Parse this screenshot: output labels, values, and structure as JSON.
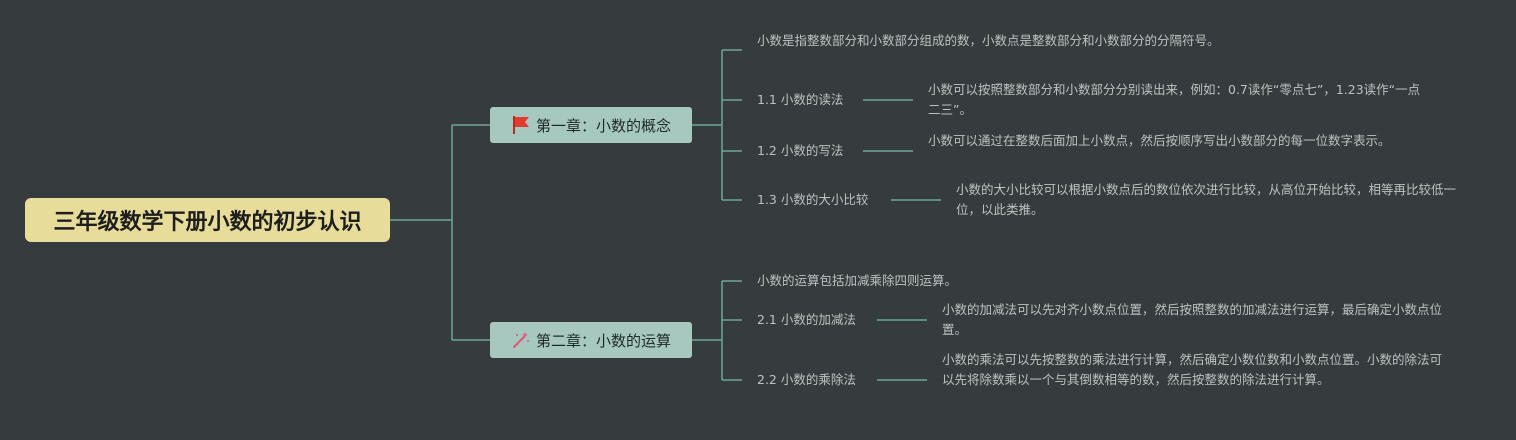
{
  "root": {
    "title": "三年级数学下册小数的初步认识"
  },
  "chapters": [
    {
      "title": "第一章：小数的概念",
      "icon": "red-flag-icon",
      "intro": "小数是指整数部分和小数部分组成的数，小数点是整数部分和小数部分的分隔符号。",
      "sections": [
        {
          "title": "1.1 小数的读法",
          "note": "小数可以按照整数部分和小数部分分别读出来，例如：0.7读作“零点七”，1.23读作“一点二三”。"
        },
        {
          "title": "1.2 小数的写法",
          "note": "小数可以通过在整数后面加上小数点，然后按顺序写出小数部分的每一位数字表示。"
        },
        {
          "title": "1.3 小数的大小比较",
          "note": "小数的大小比较可以根据小数点后的数位依次进行比较，从高位开始比较，相等再比较低一位，以此类推。"
        }
      ]
    },
    {
      "title": "第二章：小数的运算",
      "icon": "magic-wand-icon",
      "intro": "小数的运算包括加减乘除四则运算。",
      "sections": [
        {
          "title": "2.1 小数的加减法",
          "note": "小数的加减法可以先对齐小数点位置，然后按照整数的加减法进行运算，最后确定小数点位置。"
        },
        {
          "title": "2.2 小数的乘除法",
          "note": "小数的乘法可以先按整数的乘法进行计算，然后确定小数位数和小数点位置。小数的除法可以先将除数乘以一个与其倒数相等的数，然后按整数的除法进行计算。"
        }
      ]
    }
  ],
  "colors": {
    "background": "#363b3d",
    "root_fill": "#e7dc99",
    "chapter_fill": "#a6c8bf",
    "connector": "#6aa896",
    "text_light": "#bcc2c0",
    "flag": "#e23a2e",
    "wand": "#e0567a"
  }
}
